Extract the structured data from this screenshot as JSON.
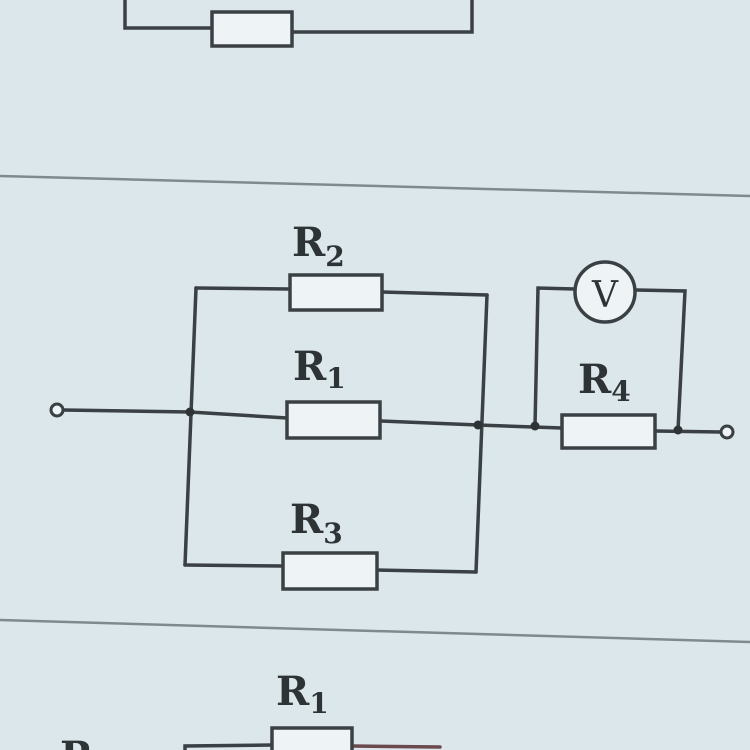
{
  "diagram": {
    "title": "Circuit with resistors R1, R2, R3 in parallel, in series with R4 and voltmeter",
    "labels": {
      "r2": {
        "main": "R",
        "sub": "2"
      },
      "r1": {
        "main": "R",
        "sub": "1"
      },
      "r3": {
        "main": "R",
        "sub": "3"
      },
      "r4": {
        "main": "R",
        "sub": "4"
      },
      "bottom_r1": {
        "main": "R",
        "sub": "1"
      },
      "bottom_partial": {
        "main": "R"
      }
    },
    "voltmeter_label": "V",
    "colors": {
      "background": "#dbe7eb",
      "ink": "#3a4044"
    }
  }
}
